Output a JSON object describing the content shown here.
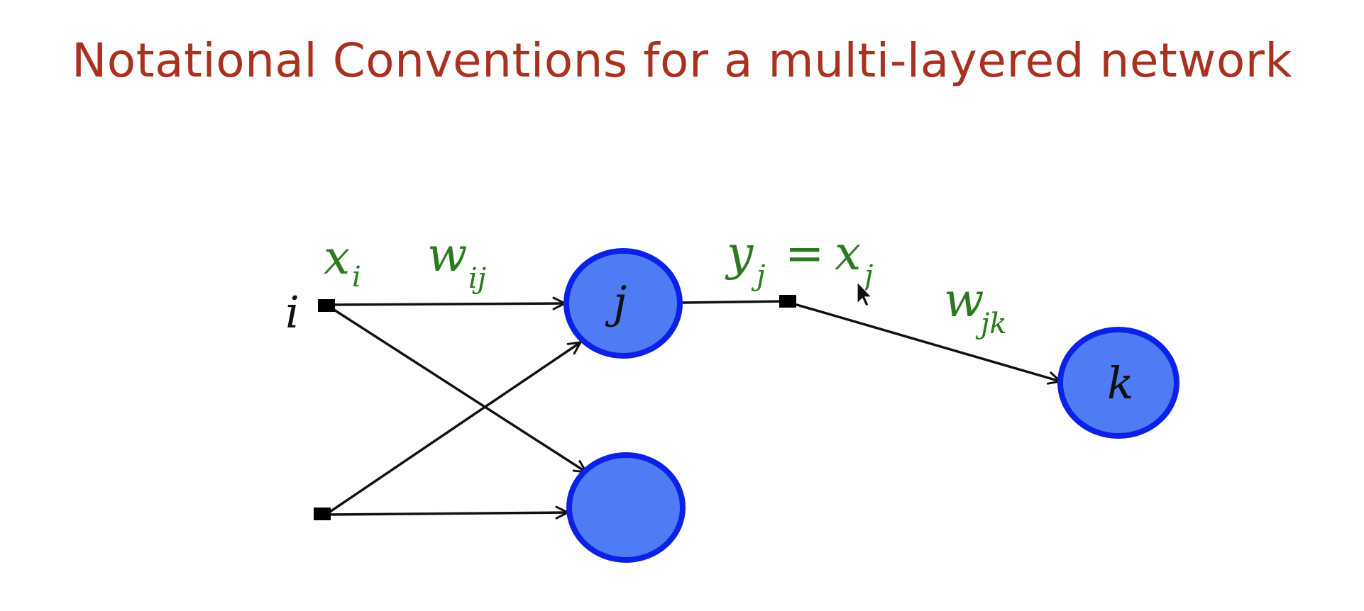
{
  "slide": {
    "title": "Notational Conventions for a multi-layered network"
  },
  "diagram": {
    "input_label": "i",
    "hidden_label": "j",
    "output_label": "k",
    "xi": {
      "base": "x",
      "sub": "i"
    },
    "wij": {
      "base": "w",
      "sub": "ij"
    },
    "yj": {
      "base": "y",
      "sub": "j"
    },
    "equals": "=",
    "xj": {
      "base": "x",
      "sub": "j"
    },
    "wjk": {
      "base": "w",
      "sub": "jk"
    },
    "colors": {
      "title": "#a8321f",
      "node_fill": "#4f7bf5",
      "node_stroke": "#0b22e6",
      "label_green": "#2a7a1e",
      "edge": "#111111"
    }
  }
}
